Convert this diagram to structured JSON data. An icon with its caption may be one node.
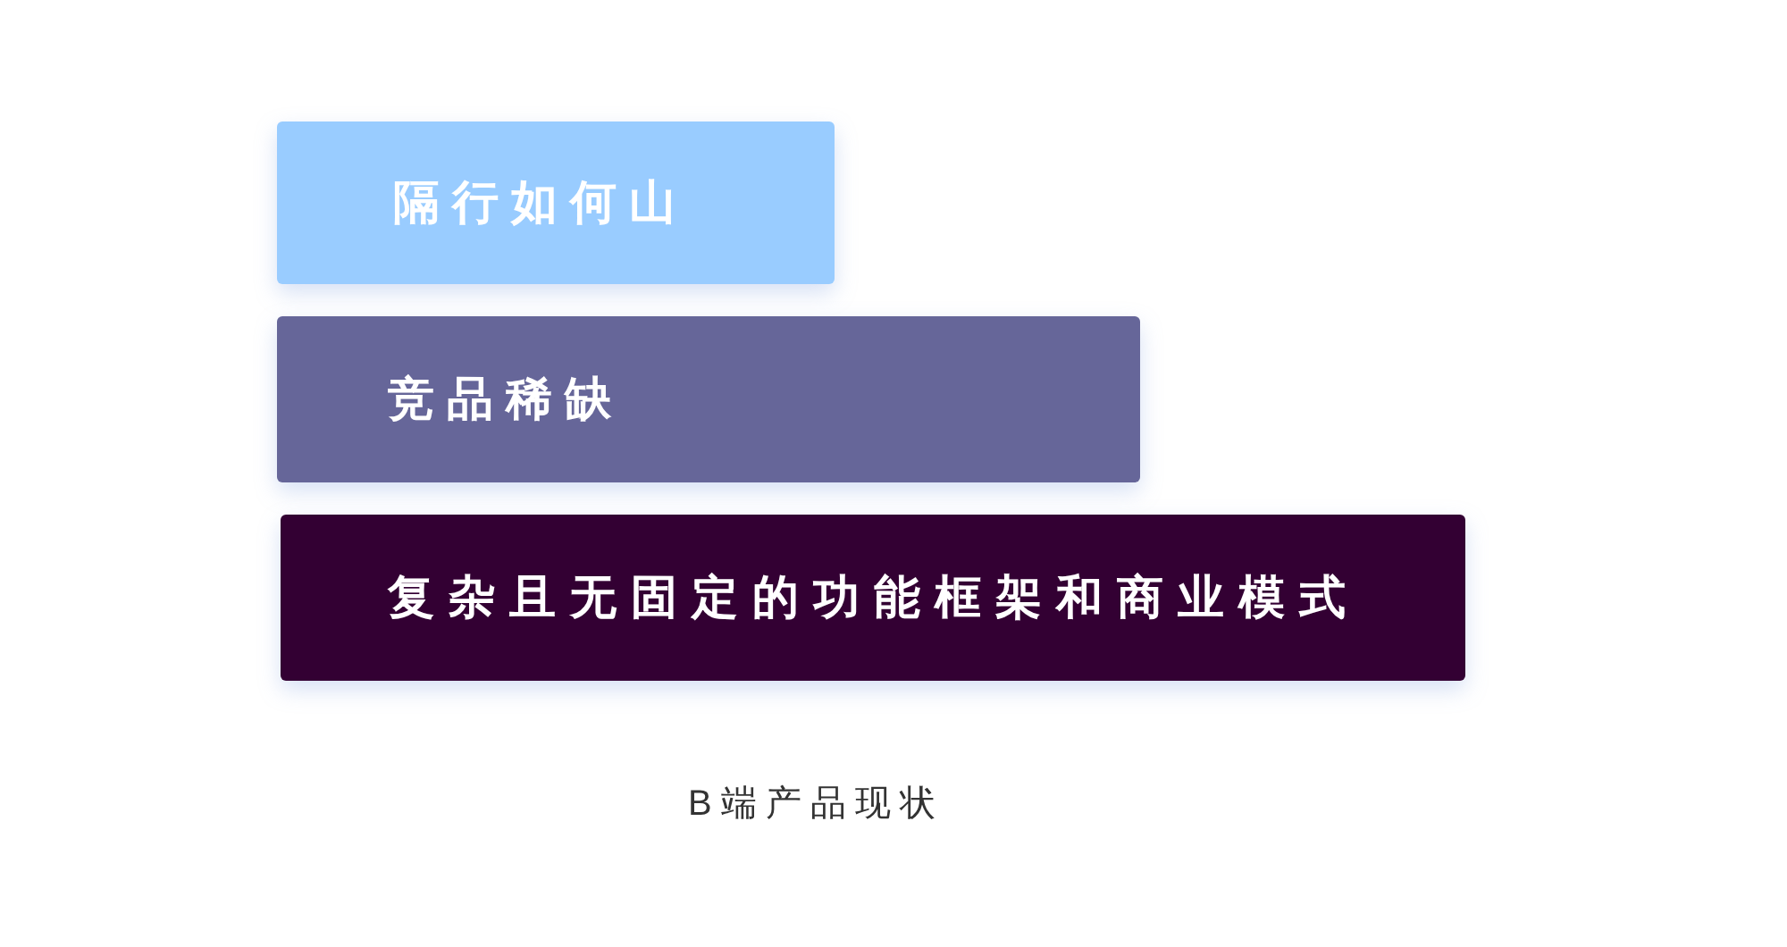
{
  "diagram": {
    "caption": "B端产品现状",
    "nodes": [
      {
        "text": [
          "隔行如何山"
        ]
      },
      {
        "text": [
          "竞品稀缺"
        ]
      },
      {
        "text": [
          "复杂且无固定的功能框架和商业模式"
        ]
      }
    ]
  }
}
